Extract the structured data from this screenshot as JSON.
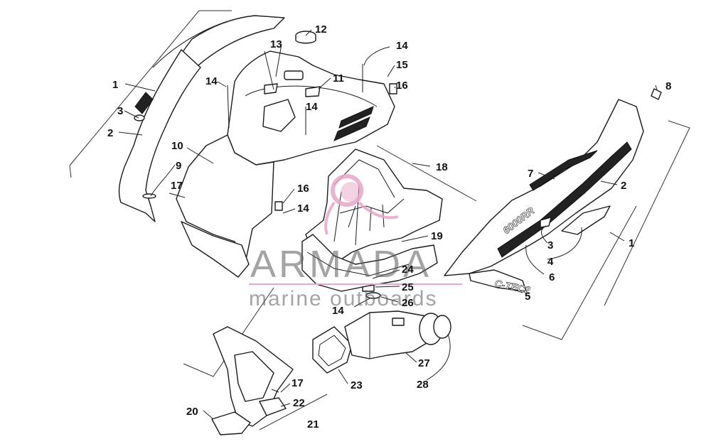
{
  "callouts": [
    {
      "id": "c1a",
      "label": "1"
    },
    {
      "id": "c1b",
      "label": "1"
    },
    {
      "id": "c2a",
      "label": "2"
    },
    {
      "id": "c2b",
      "label": "2"
    },
    {
      "id": "c3a",
      "label": "3"
    },
    {
      "id": "c3b",
      "label": "3"
    },
    {
      "id": "c4",
      "label": "4"
    },
    {
      "id": "c5",
      "label": "5"
    },
    {
      "id": "c6",
      "label": "6"
    },
    {
      "id": "c7",
      "label": "7"
    },
    {
      "id": "c8",
      "label": "8"
    },
    {
      "id": "c9",
      "label": "9"
    },
    {
      "id": "c10",
      "label": "10"
    },
    {
      "id": "c11",
      "label": "11"
    },
    {
      "id": "c12",
      "label": "12"
    },
    {
      "id": "c13",
      "label": "13"
    },
    {
      "id": "c14a",
      "label": "14"
    },
    {
      "id": "c14b",
      "label": "14"
    },
    {
      "id": "c14c",
      "label": "14"
    },
    {
      "id": "c14d",
      "label": "14"
    },
    {
      "id": "c14e",
      "label": "14"
    },
    {
      "id": "c15",
      "label": "15"
    },
    {
      "id": "c16a",
      "label": "16"
    },
    {
      "id": "c16b",
      "label": "16"
    },
    {
      "id": "c17a",
      "label": "17"
    },
    {
      "id": "c17b",
      "label": "17"
    },
    {
      "id": "c18",
      "label": "18"
    },
    {
      "id": "c19",
      "label": "19"
    },
    {
      "id": "c20",
      "label": "20"
    },
    {
      "id": "c21",
      "label": "21"
    },
    {
      "id": "c22",
      "label": "22"
    },
    {
      "id": "c23",
      "label": "23"
    },
    {
      "id": "c24",
      "label": "24"
    },
    {
      "id": "c25",
      "label": "25"
    },
    {
      "id": "c26",
      "label": "26"
    },
    {
      "id": "c27",
      "label": "27"
    },
    {
      "id": "c28",
      "label": "28"
    }
  ],
  "decals": {
    "model": "6000RR",
    "badge": "C-TEC2"
  },
  "watermark": {
    "title": "ARMADA",
    "subtitle": "marine outboards",
    "accent_color": "#e7a6c8"
  }
}
